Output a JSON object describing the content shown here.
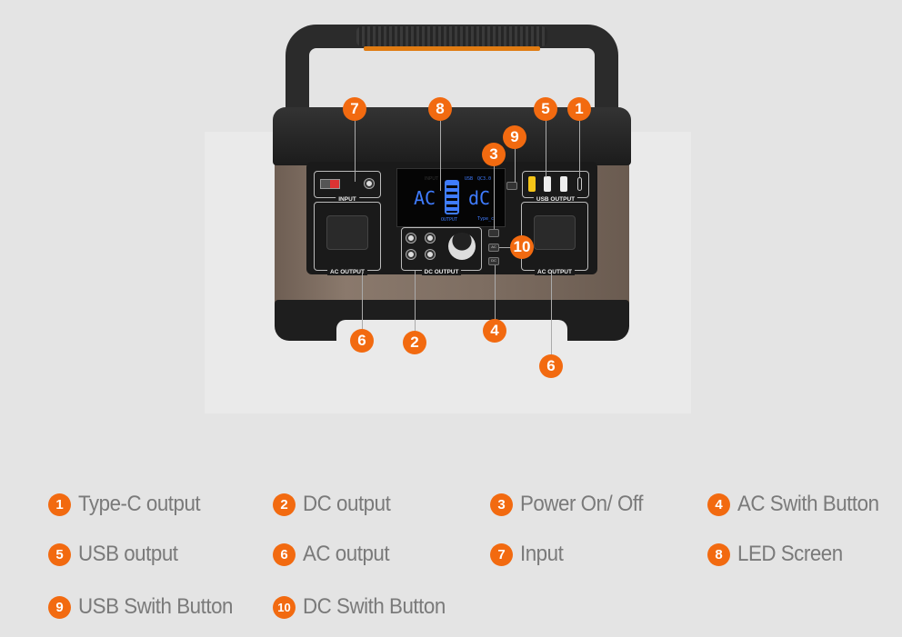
{
  "device": {
    "panel_labels": {
      "input": "INPUT",
      "usb_output": "USB OUTPUT",
      "ac_output": "AC OUTPUT",
      "dc_output": "DC OUTPUT"
    },
    "lcd": {
      "left": "AC",
      "right": "dC",
      "usb": "USB",
      "qc": "QC3.0",
      "output": "OUTPUT",
      "type_c": "Type_c",
      "input": "INPUT"
    },
    "buttons": {
      "ac": "AC",
      "dc": "DC"
    }
  },
  "callouts": [
    "7",
    "8",
    "5",
    "1",
    "9",
    "3",
    "10",
    "4",
    "6",
    "2",
    "6"
  ],
  "legend": [
    {
      "num": "1",
      "label": "Type-C output"
    },
    {
      "num": "2",
      "label": "DC output"
    },
    {
      "num": "3",
      "label": "Power On/ Off"
    },
    {
      "num": "4",
      "label": "AC Swith Button"
    },
    {
      "num": "5",
      "label": "USB output"
    },
    {
      "num": "6",
      "label": "AC output"
    },
    {
      "num": "7",
      "label": "Input"
    },
    {
      "num": "8",
      "label": "LED Screen"
    },
    {
      "num": "9",
      "label": "USB Swith Button"
    },
    {
      "num": "10",
      "label": "DC Swith Button"
    }
  ],
  "colors": {
    "badge": "#f26a10",
    "background": "#e4e4e4",
    "text": "#7a7a7a",
    "lcd": "#3f7cff"
  }
}
